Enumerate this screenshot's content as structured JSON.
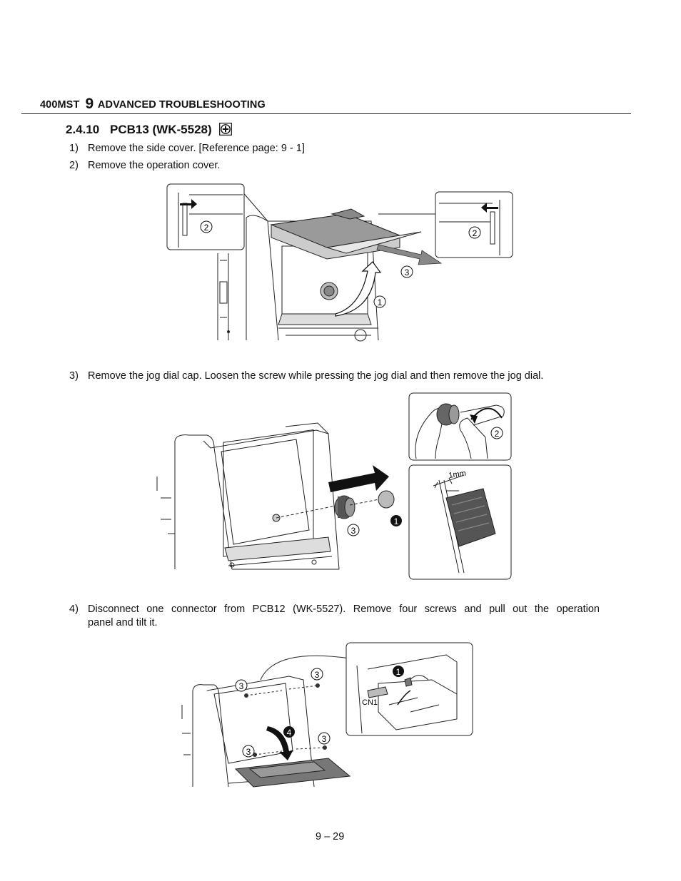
{
  "header": {
    "model": "400MST",
    "chapter_number": "9",
    "chapter_title": "ADVANCED TROUBLESHOOTING"
  },
  "section": {
    "number": "2.4.10",
    "title": "PCB13 (WK-5528)",
    "icon": "plus-circle-screw-icon"
  },
  "steps": [
    {
      "number": "1)",
      "text": "Remove the side cover. [Reference page: 9 - 1]"
    },
    {
      "number": "2)",
      "text": "Remove the operation cover."
    },
    {
      "number": "3)",
      "text": "Remove the jog dial cap. Loosen the screw while pressing the jog dial and then remove the jog dial."
    },
    {
      "number": "4)",
      "text_line1": "Disconnect one connector from PCB12 (WK-5527). Remove four screws and pull out the operation",
      "text_line2": "panel and tilt it."
    }
  ],
  "figure1": {
    "callouts": [
      "1",
      "2",
      "2",
      "3"
    ]
  },
  "figure2": {
    "callouts": [
      "1",
      "2",
      "3"
    ],
    "dimension_label": "1mm"
  },
  "figure3": {
    "callouts": [
      "1",
      "3",
      "3",
      "3",
      "3",
      "4"
    ],
    "connector_label": "CN1"
  },
  "footer": {
    "page_number": "9 – 29"
  }
}
